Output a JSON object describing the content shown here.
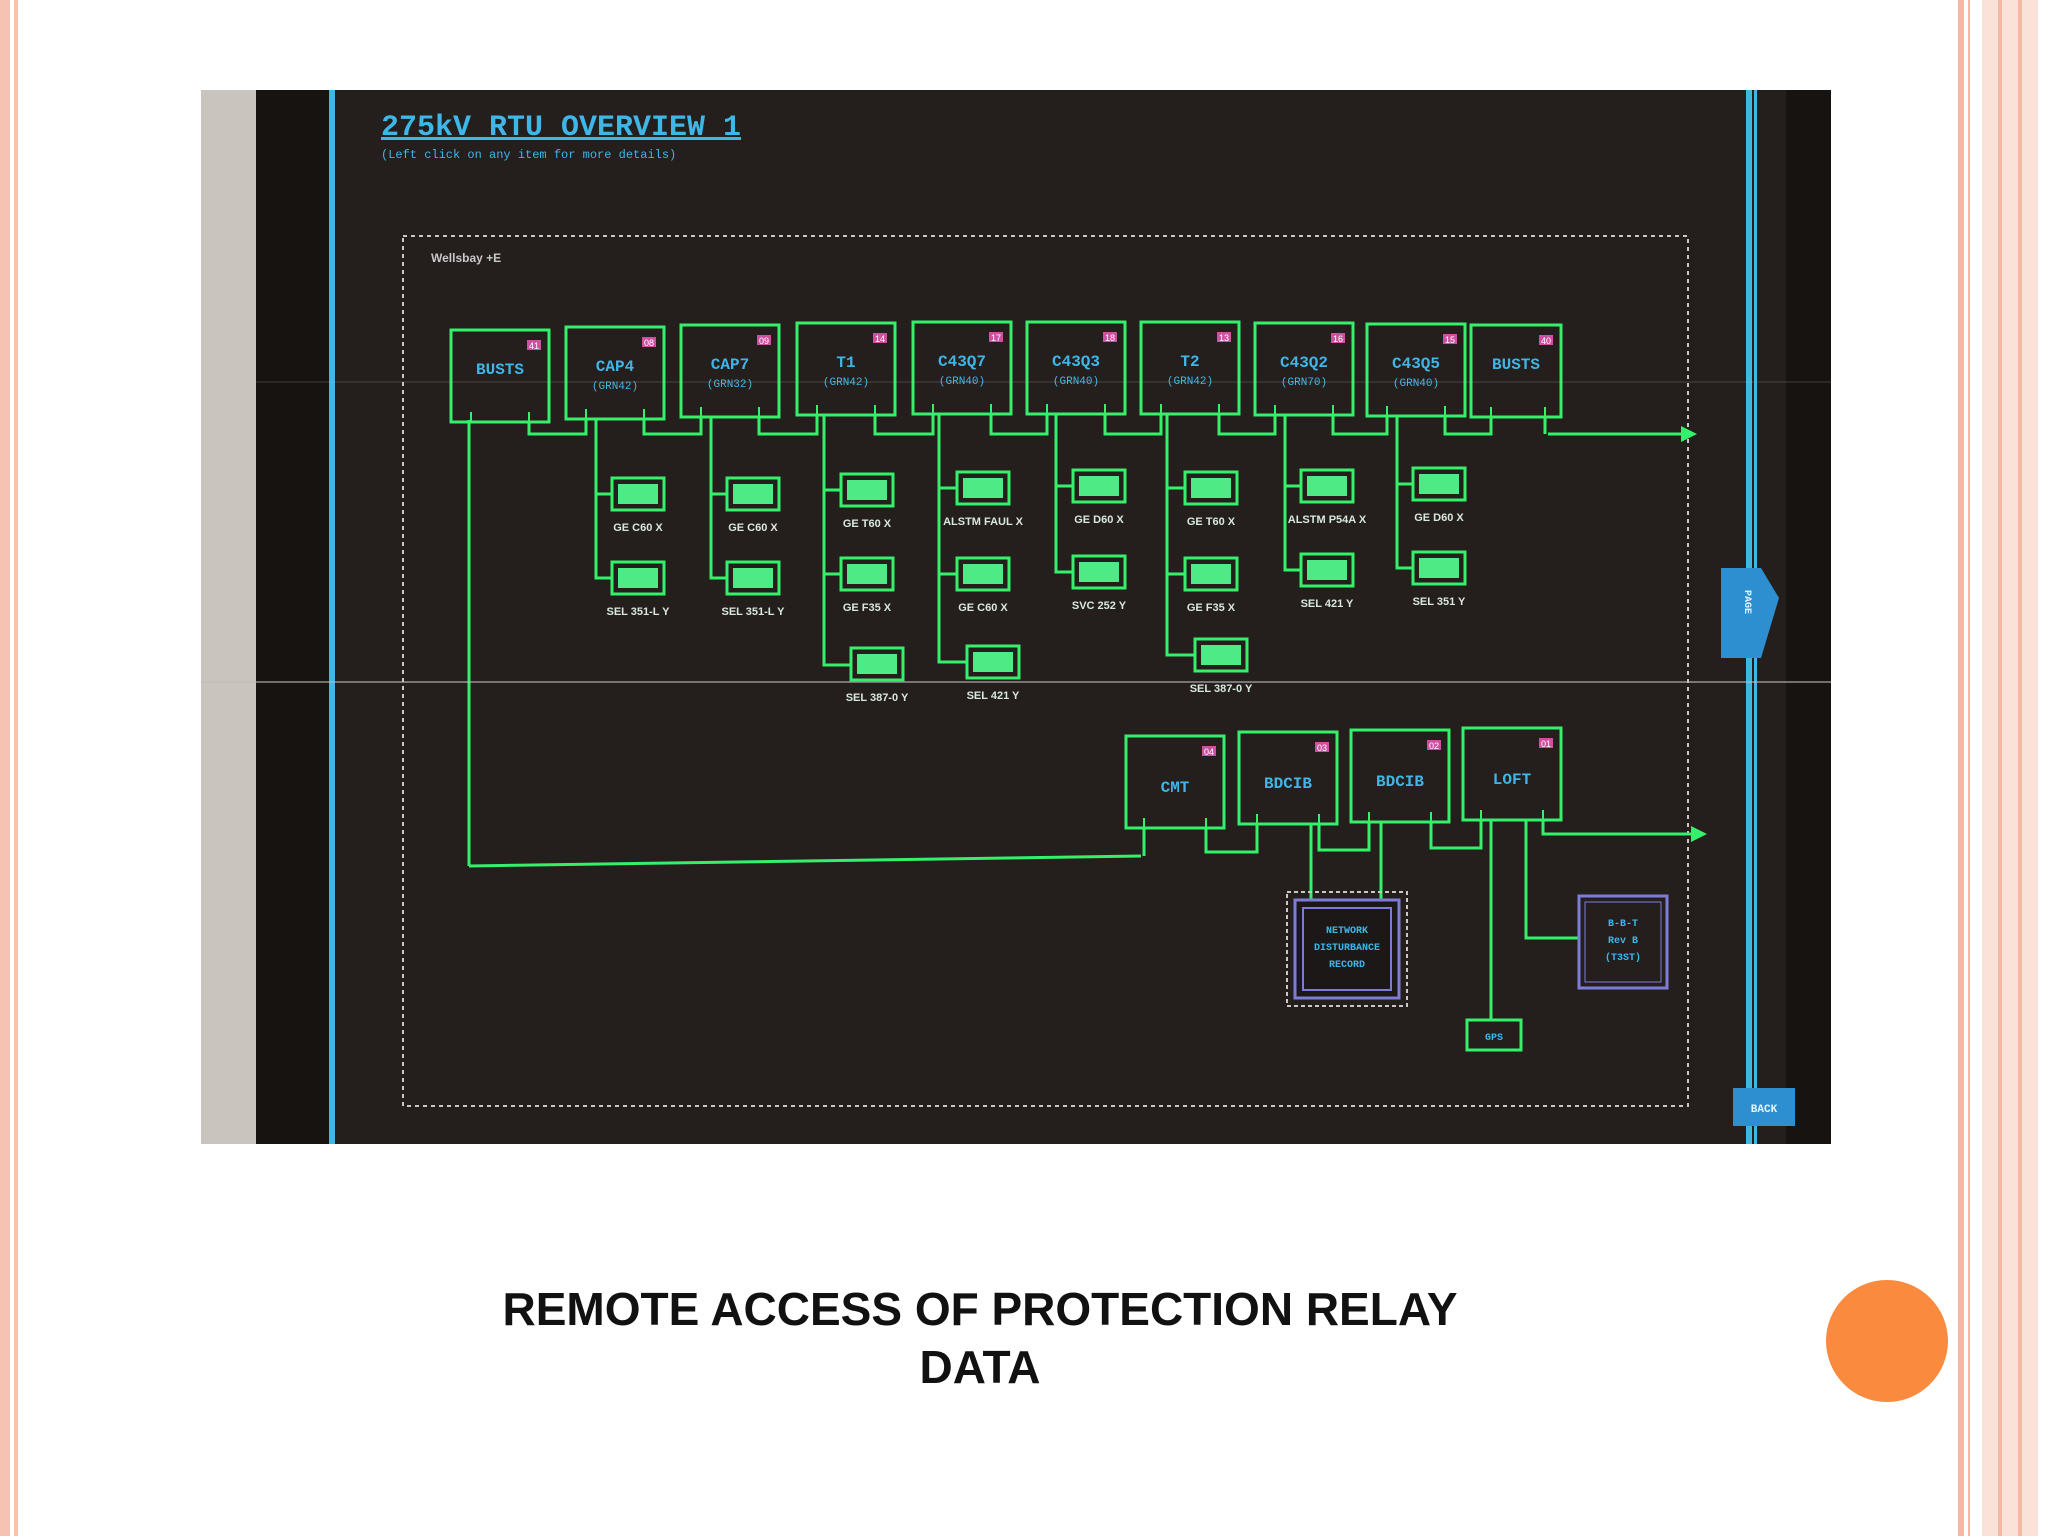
{
  "screen": {
    "title": "275kV RTU OVERVIEW 1",
    "subtitle": "(Left click on any item for more details)",
    "bay_label": "Wellsbay +E",
    "top_units": [
      {
        "label": "BUSTS",
        "sub": "",
        "num": "41"
      },
      {
        "label": "CAP4",
        "sub": "(GRN42)",
        "num": "08"
      },
      {
        "label": "CAP7",
        "sub": "(GRN32)",
        "num": "09"
      },
      {
        "label": "T1",
        "sub": "(GRN42)",
        "num": "14"
      },
      {
        "label": "C43Q7",
        "sub": "(GRN40)",
        "num": "17"
      },
      {
        "label": "C43Q3",
        "sub": "(GRN40)",
        "num": "18"
      },
      {
        "label": "T2",
        "sub": "(GRN42)",
        "num": "13"
      },
      {
        "label": "C43Q2",
        "sub": "(GRN70)",
        "num": "16"
      },
      {
        "label": "C43Q5",
        "sub": "(GRN40)",
        "num": "15"
      },
      {
        "label": "BUSTS",
        "sub": "",
        "num": "40"
      }
    ],
    "relay_labels_row1": [
      "GE C60 X",
      "GE C60 X",
      "GE T60 X",
      "ALSTM FAUL X",
      "GE D60 X",
      "GE T60 X",
      "ALSTM P54A X",
      "GE D60 X"
    ],
    "relay_labels_row2": [
      "SEL 351-L Y",
      "SEL 351-L Y",
      "GE F35 X",
      "GE C60 X",
      "SVC 252 Y",
      "GE F35 X",
      "SEL 421 Y",
      "SEL 351 Y"
    ],
    "relay_labels_row3": [
      "SEL 387-0 Y",
      "SEL 421 Y",
      "SEL 387-0 Y"
    ],
    "bottom_units": [
      {
        "label": "CMT",
        "num": "04"
      },
      {
        "label": "BDCIB",
        "num": "03"
      },
      {
        "label": "BDCIB",
        "num": "02"
      },
      {
        "label": "LOFT",
        "num": "01"
      }
    ],
    "network_box": [
      "NETWORK",
      "DISTURBANCE",
      "RECORD"
    ],
    "right_box": [
      "B-B-T",
      "Rev B",
      "(T3ST)"
    ],
    "small_box": "GPS",
    "side_tab": "PAGE",
    "corner_button": "BACK"
  },
  "caption": {
    "line1": "REMOTE ACCESS OF PROTECTION RELAY",
    "line2": "DATA"
  },
  "colors": {
    "accent": "#fa8a3e",
    "border": "#f6c3b2",
    "screen_bg": "#241e1c",
    "green": "#35f06a",
    "cyan": "#3fb6e8"
  }
}
